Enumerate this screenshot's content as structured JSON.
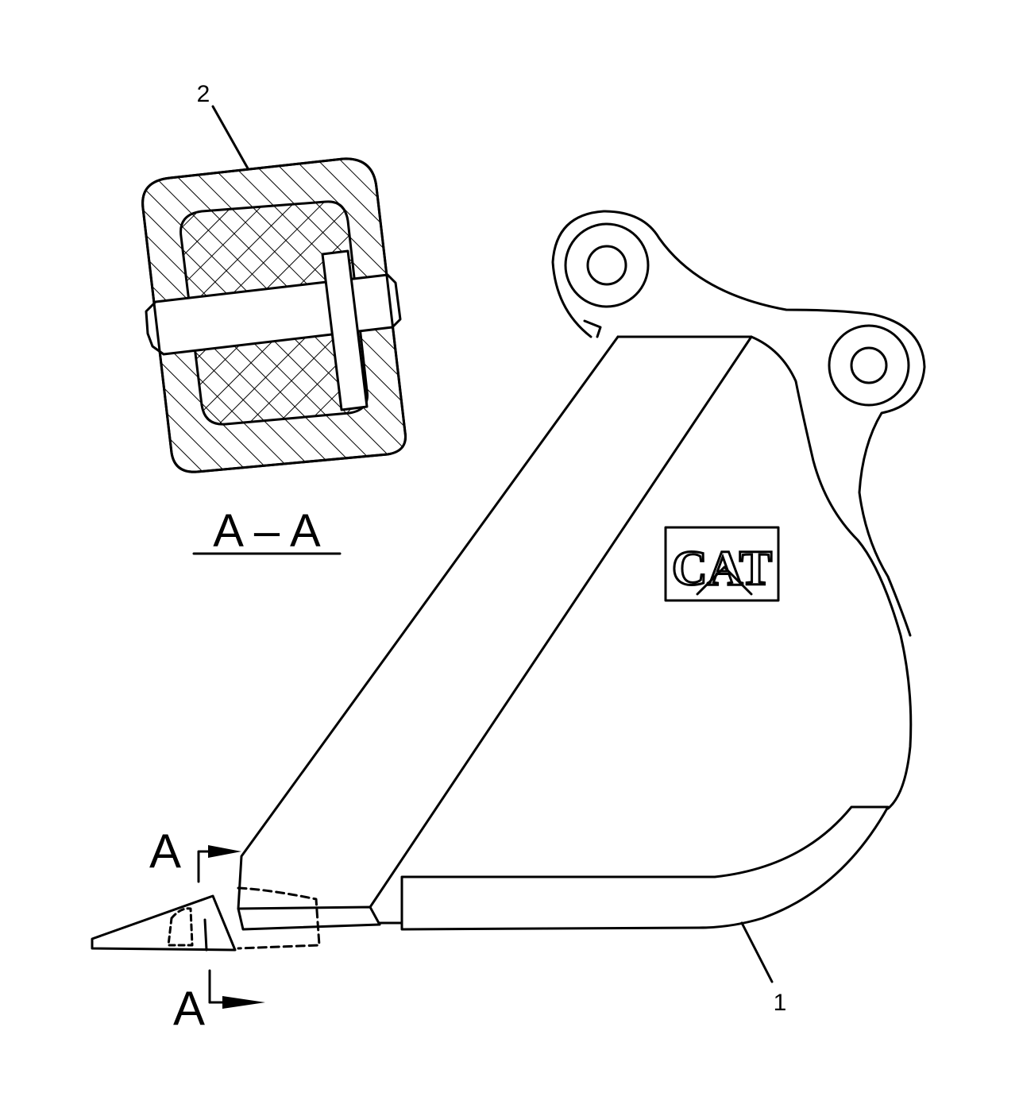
{
  "labels": {
    "callout_1": "1",
    "callout_2": "2",
    "section_title": "A – A",
    "section_marker_top": "A",
    "section_marker_bottom": "A"
  },
  "logo": {
    "text": "CAT"
  },
  "colors": {
    "line": "#000000",
    "background": "#ffffff"
  }
}
